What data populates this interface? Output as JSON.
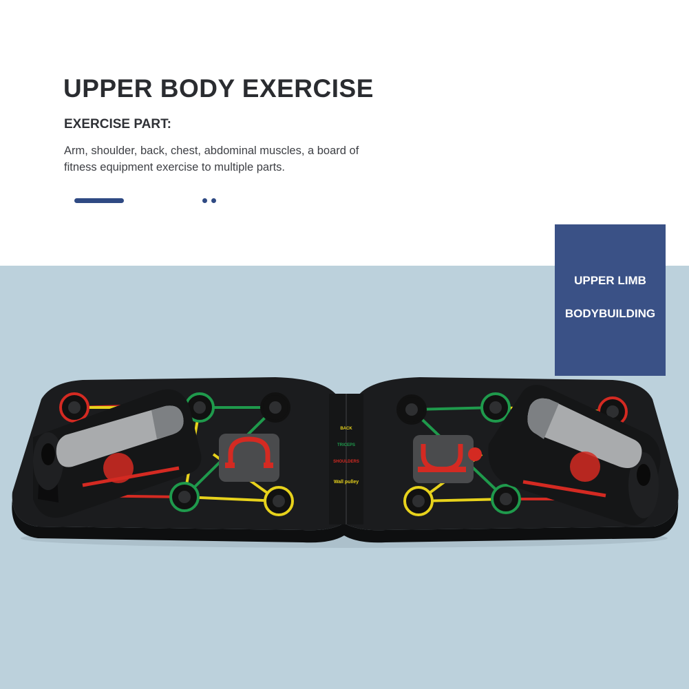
{
  "headline": "UPPER BODY EXERCISE",
  "subheading": "EXERCISE PART:",
  "description": "Arm, shoulder, back, chest, abdominal muscles, a board of fitness equipment exercise to multiple parts.",
  "badge": {
    "line1": "UPPER LIMB",
    "line2": "BODYBUILDING"
  },
  "board_labels": {
    "back": "BACK",
    "triceps": "TRICEPS",
    "shoulders": "SHOULDERS",
    "wall_pulley": "Wall pulley"
  },
  "colors": {
    "top_background": "#ffffff",
    "bottom_background": "#bcd1dc",
    "accent_blue": "#3a5186",
    "heading_text": "#2a2c30",
    "board_black": "#1b1c1e",
    "ring_red": "#d42a22",
    "ring_green": "#1f9a4c",
    "ring_yellow": "#e7d21c",
    "handle_grey": "#a9abad"
  }
}
